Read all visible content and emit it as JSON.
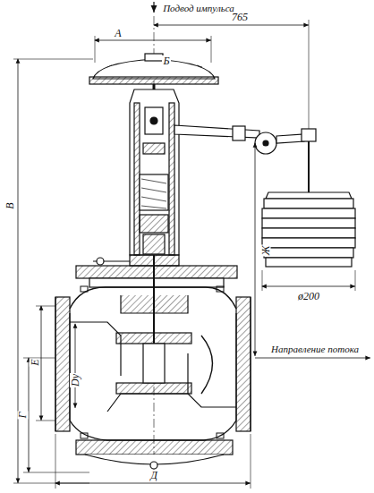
{
  "diagram": {
    "labels": [
      "Подвод импульса",
      "765",
      "А",
      "Б",
      "В",
      "Ж",
      "ø200",
      "Направление потока",
      "Е",
      "Dу",
      "Г",
      "Д"
    ]
  }
}
